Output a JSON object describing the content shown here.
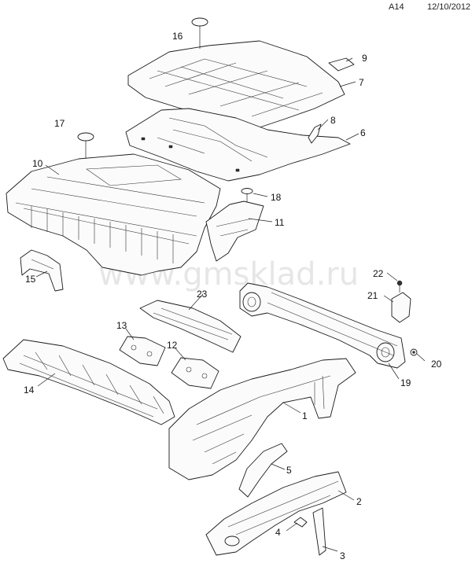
{
  "header": {
    "page_code": "A14",
    "date": "12/10/2012"
  },
  "watermark": "www.gmsklad.ru",
  "callouts": [
    "1",
    "2",
    "3",
    "4",
    "5",
    "6",
    "7",
    "8",
    "9",
    "10",
    "11",
    "12",
    "13",
    "14",
    "15",
    "16",
    "17",
    "18",
    "19",
    "20",
    "21",
    "22",
    "23"
  ]
}
